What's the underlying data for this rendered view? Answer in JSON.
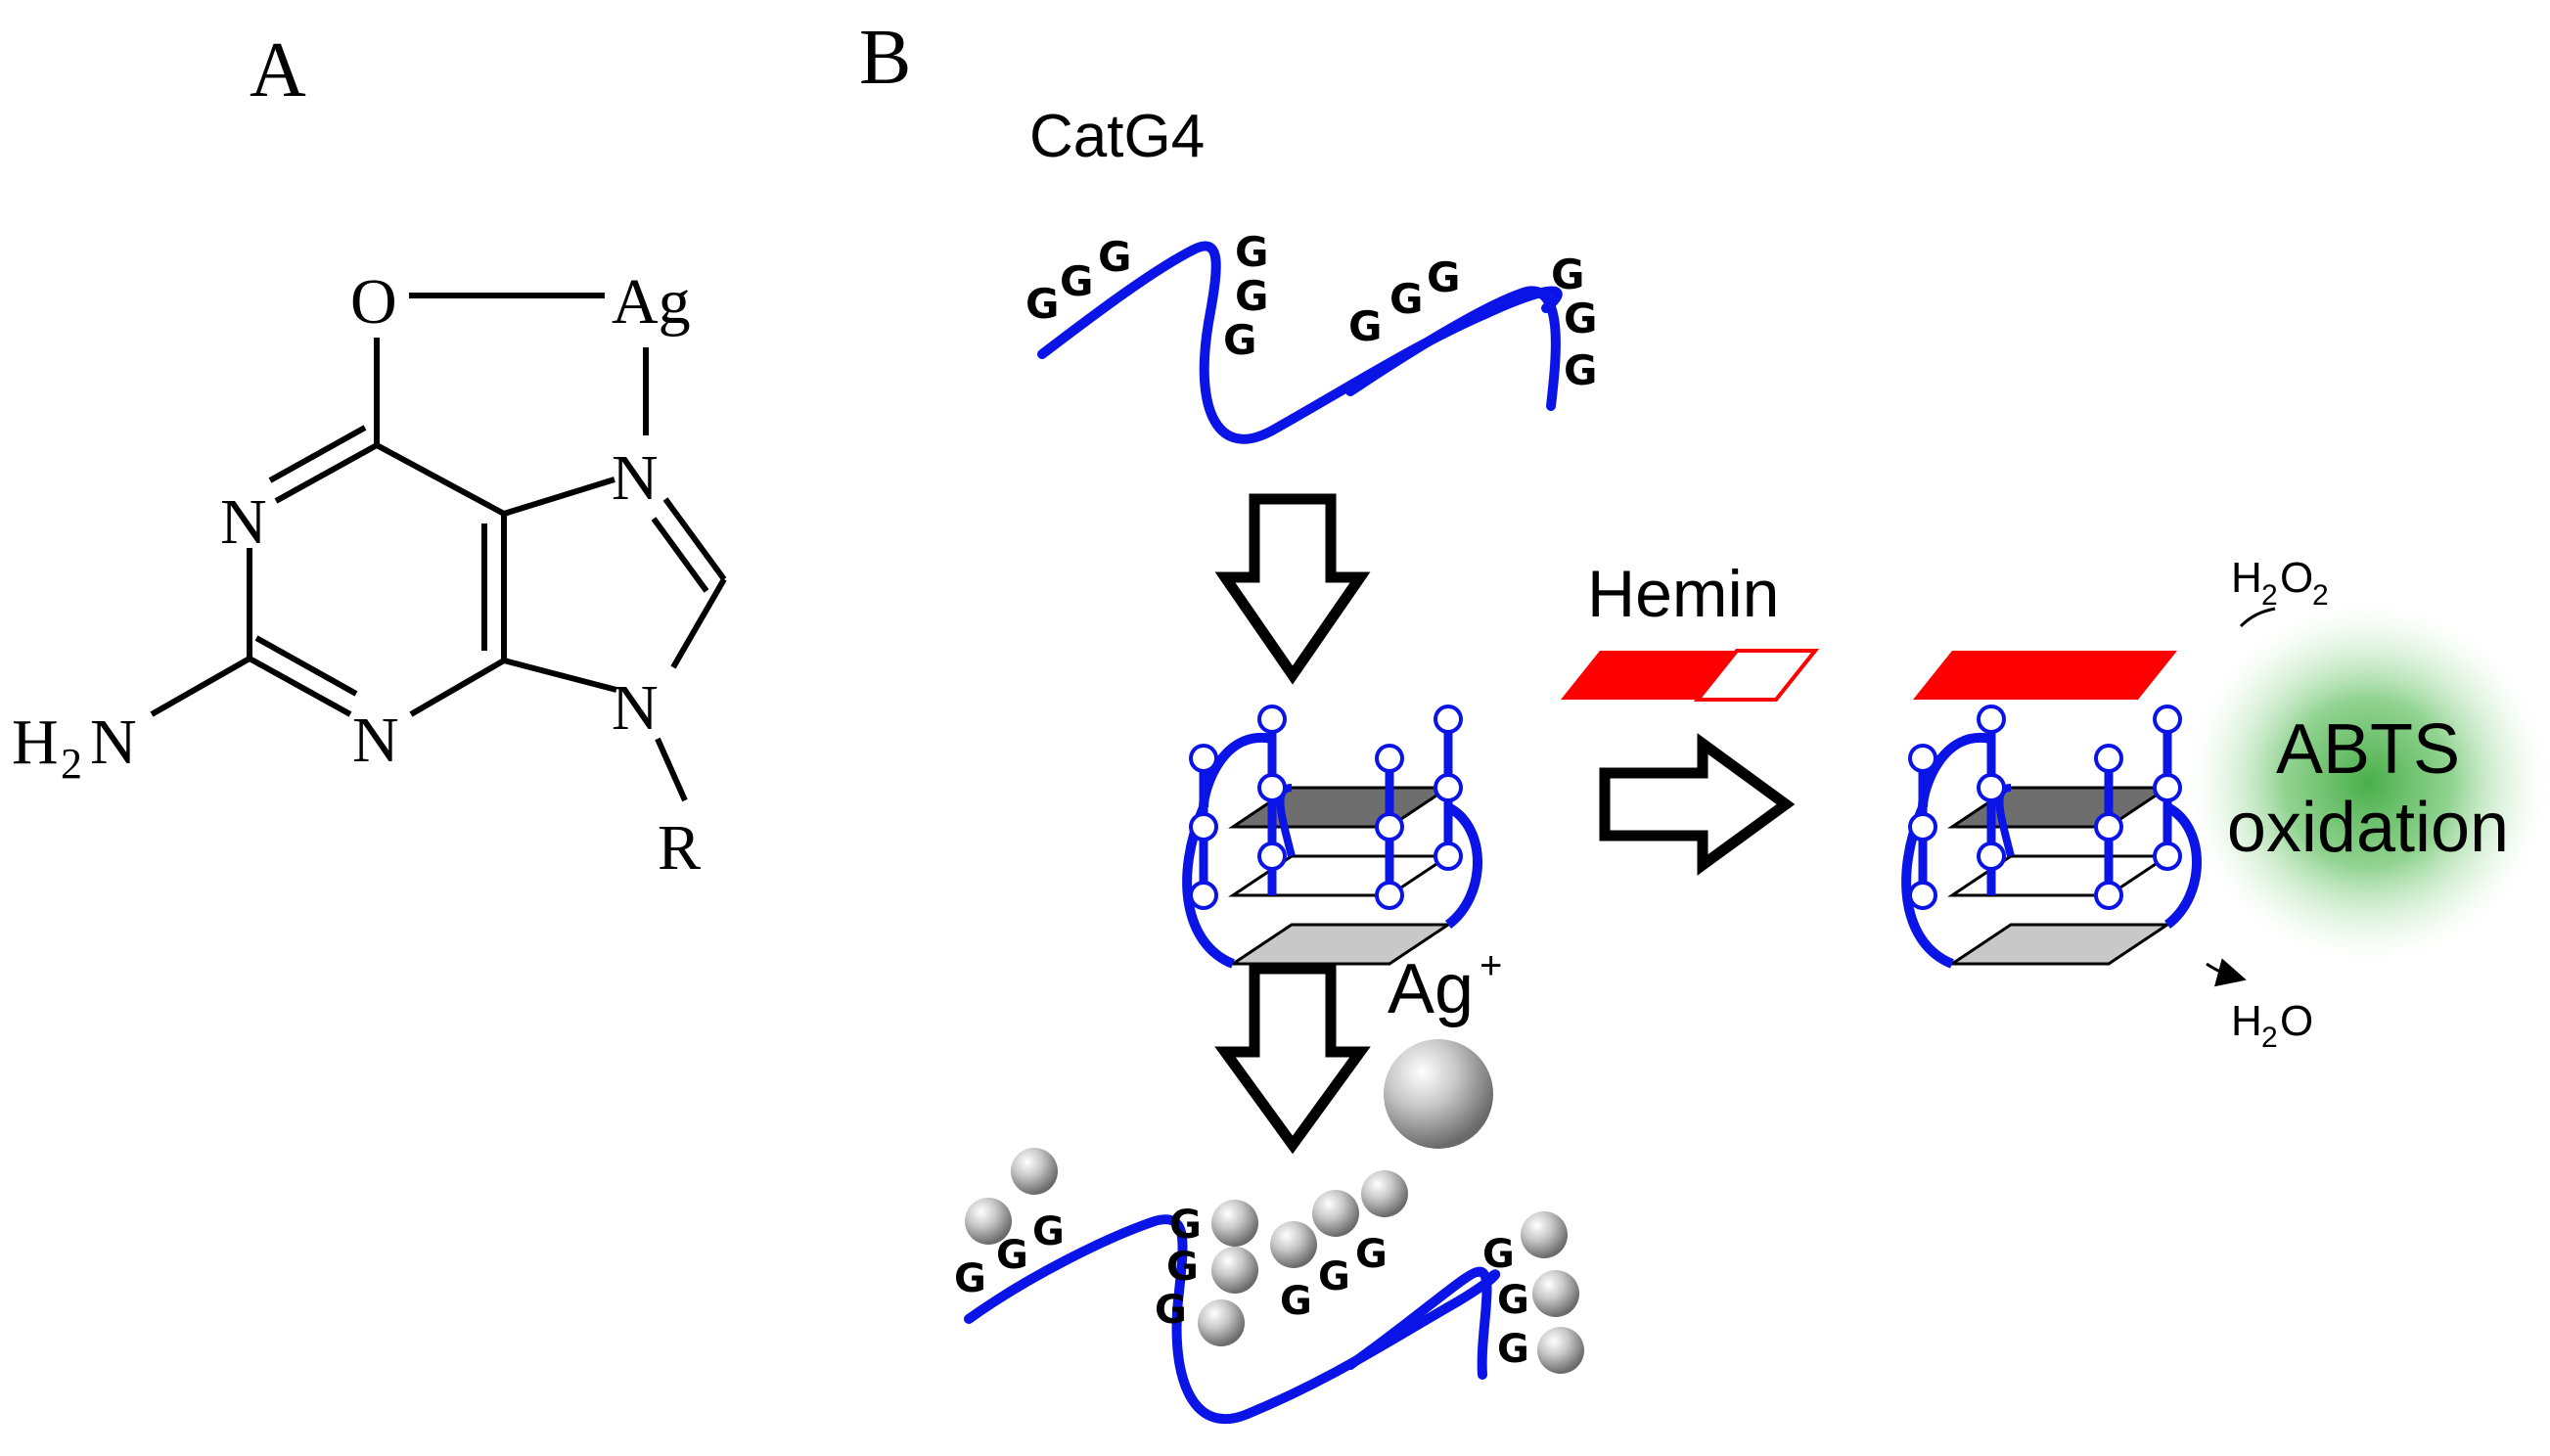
{
  "panel_a": {
    "label": "A",
    "atoms": {
      "O": "O",
      "Ag": "Ag",
      "N1": "N",
      "N3": "N",
      "N7": "N",
      "N9": "N",
      "R": "R",
      "H": "H",
      "sub2": "2",
      "N_amine": "N"
    }
  },
  "panel_b": {
    "label": "B",
    "strand_title": "CatG4",
    "g_letter": "G",
    "hemin_label": "Hemin",
    "ag_label": "Ag",
    "ag_charge": "+",
    "abts_line1": "ABTS",
    "abts_line2": "oxidation",
    "h2o2": {
      "h": "H",
      "sub": "2",
      "o": "O",
      "sub2": "2"
    },
    "h2o": {
      "h": "H",
      "sub": "2",
      "o": "O"
    }
  },
  "colors": {
    "strand": "#0a14e6",
    "hemin": "#ff0000",
    "plane_dark": "#6e6e6e",
    "plane_light": "#c8c8c8",
    "glow": "#3faa3f"
  }
}
